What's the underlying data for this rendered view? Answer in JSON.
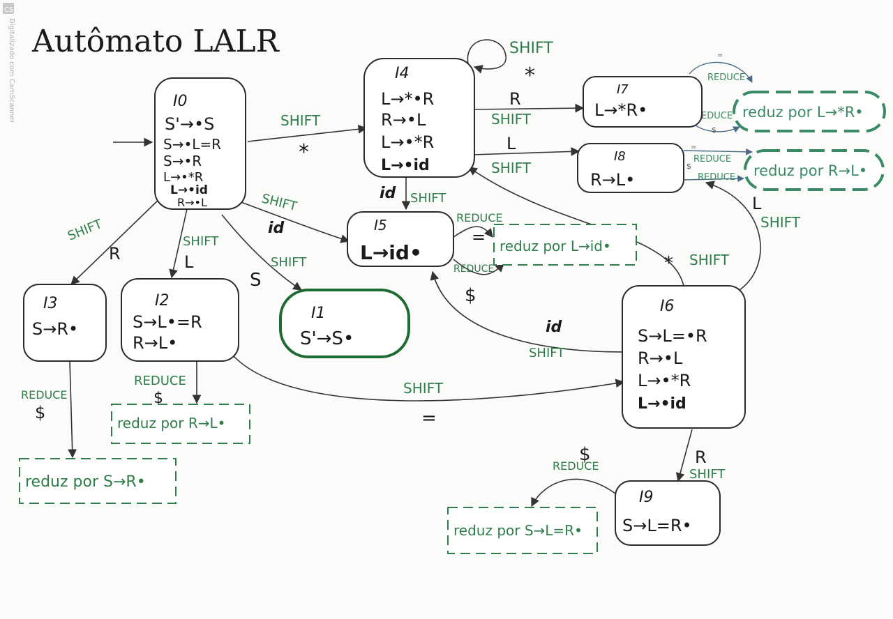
{
  "title": "Autômato LALR",
  "watermark": "Digitalizado com CamScanner",
  "watermark_badge": "CS",
  "states": {
    "I0": {
      "label": "I0",
      "items": [
        "S'→•S",
        "S→•L=R",
        "S→•R",
        "L→•*R",
        "L→•id",
        "R→•L"
      ]
    },
    "I1": {
      "label": "I1",
      "items": [
        "S'→S•"
      ]
    },
    "I2": {
      "label": "I2",
      "items": [
        "S→L•=R",
        "R→L•"
      ]
    },
    "I3": {
      "label": "I3",
      "items": [
        "S→R•"
      ]
    },
    "I4": {
      "label": "I4",
      "items": [
        "L→*•R",
        "R→•L",
        "L→•*R",
        "L→•id"
      ]
    },
    "I5": {
      "label": "I5",
      "items": [
        "L→id•"
      ]
    },
    "I6": {
      "label": "I6",
      "items": [
        "S→L=•R",
        "R→•L",
        "L→•*R",
        "L→•id"
      ]
    },
    "I7": {
      "label": "I7",
      "items": [
        "L→*R•"
      ]
    },
    "I8": {
      "label": "I8",
      "items": [
        "R→L•"
      ]
    },
    "I9": {
      "label": "I9",
      "items": [
        "S→L=R•"
      ]
    }
  },
  "reductions": {
    "r2": "reduz por R→L•",
    "r3": "reduz por S→R•",
    "r5": "reduz por L→id•",
    "r7": "reduz por L→*R•",
    "r8": "reduz por R→L•",
    "r9": "reduz por S→L=R•"
  },
  "labels": {
    "shift": "SHIFT",
    "reduce": "REDUCE",
    "star": "*",
    "id": "id",
    "R": "R",
    "L": "L",
    "S": "S",
    "eq": "=",
    "dollar": "$"
  },
  "colors": {
    "ink": "#1a1a1a",
    "annotation": "#2e7d4a",
    "accept": "#1f6b33"
  }
}
